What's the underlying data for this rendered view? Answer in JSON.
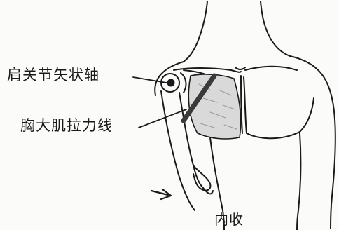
{
  "labels": {
    "shoulder_sagittal_axis": "肩关节矢状轴",
    "pectoralis_pull_line": "胸大肌拉力线",
    "motion": "内收"
  },
  "colors": {
    "ink": "#1a1a1a",
    "muscle_fill": "#d9d9d9",
    "pull_line": "#3a3a3a"
  }
}
